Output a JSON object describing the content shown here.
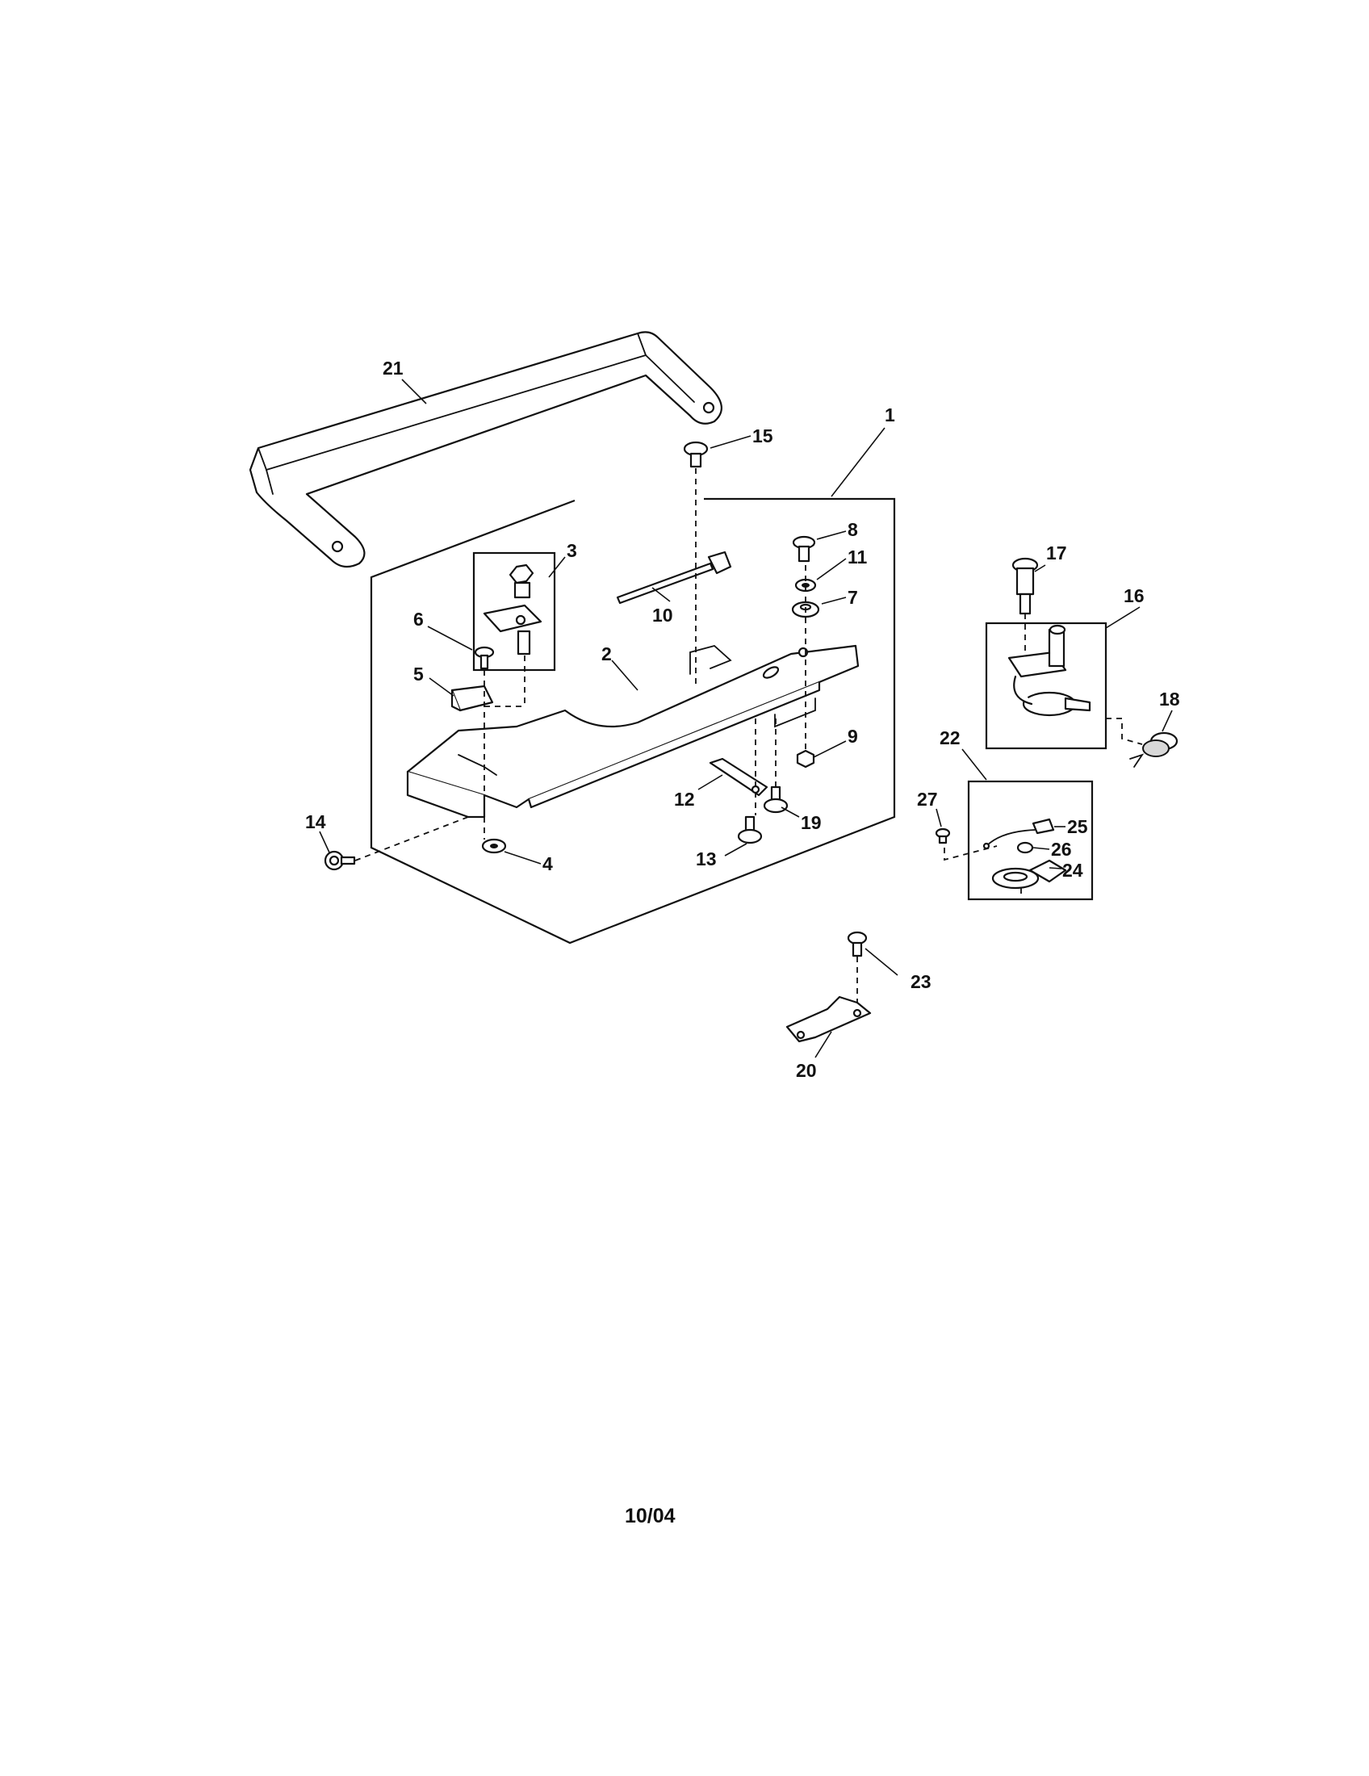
{
  "callouts": [
    "1",
    "2",
    "3",
    "4",
    "5",
    "6",
    "7",
    "8",
    "9",
    "10",
    "11",
    "12",
    "13",
    "14",
    "15",
    "16",
    "17",
    "18",
    "19",
    "20",
    "21",
    "22",
    "23",
    "24",
    "25",
    "26",
    "27"
  ],
  "footer": {
    "date": "10/04"
  }
}
